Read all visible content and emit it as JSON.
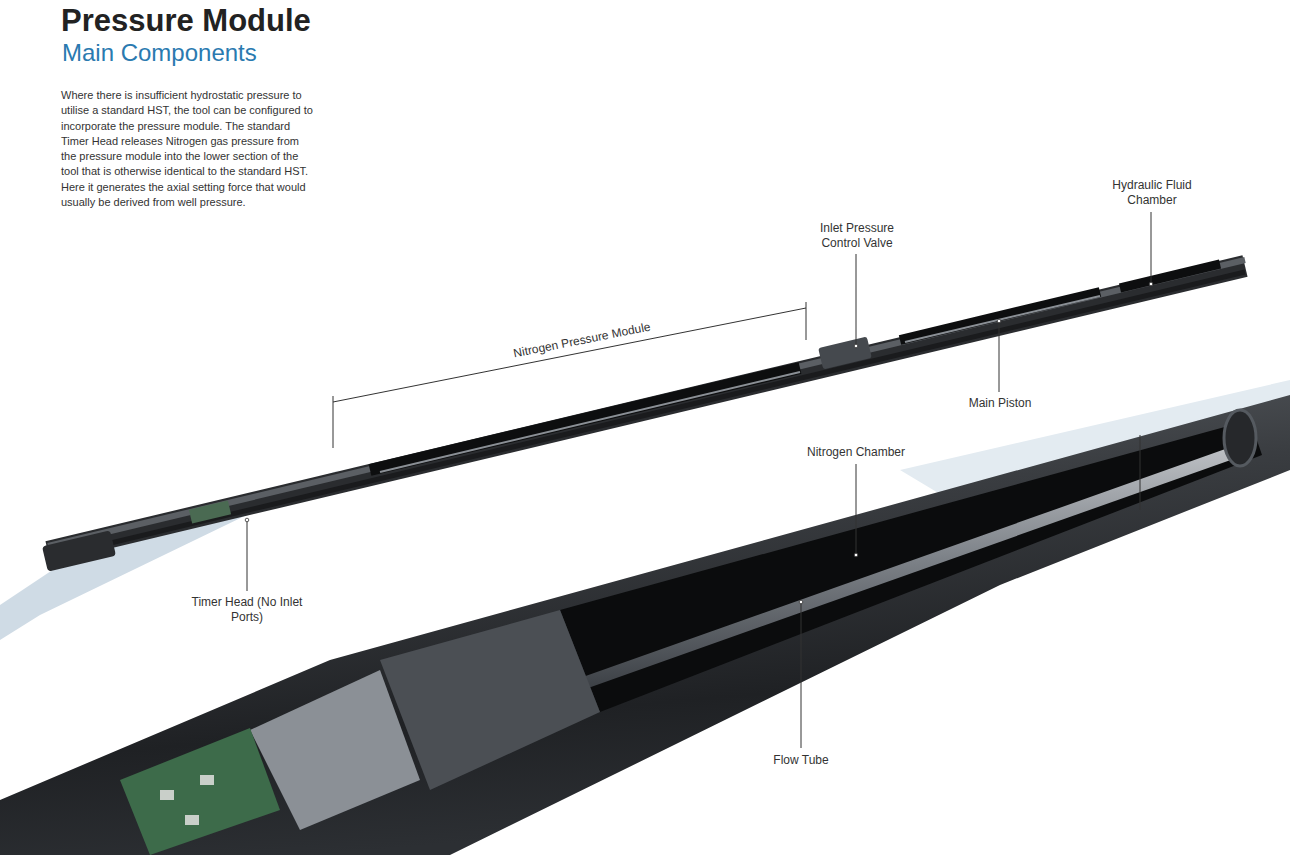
{
  "diagram": {
    "title": "Pressure Module",
    "labels": [
      "Main Components",
      "Where there is insufficient hydrostatic pressure to utilise a standard HST, the tool can be configured to incorporate the pressure module. The standard Timer Head releases Nitrogen gas pressure from the pressure module into the lower section of the tool that is otherwise identical to the standard HST. Here it generates the axial setting force that would usually be derived from well pressure.",
      "Hydraulic Fluid Chamber",
      "Inlet Pressure Control Valve",
      "Nitrogen Pressure Module",
      "Main Piston",
      "Nitrogen Chamber",
      "Timer Head (No Inlet Ports)",
      "Flow Tube"
    ]
  }
}
